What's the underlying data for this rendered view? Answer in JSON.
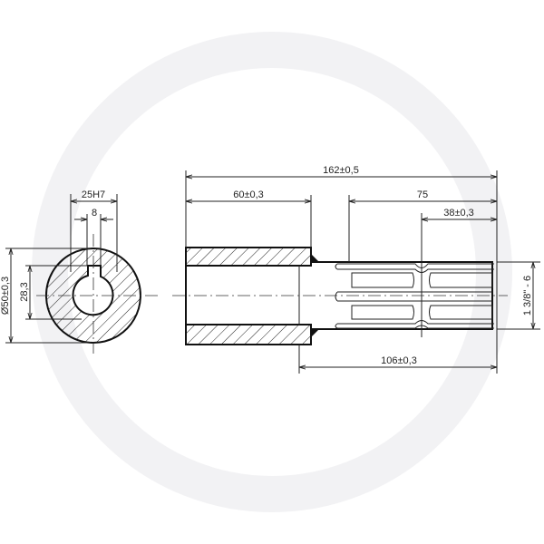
{
  "drawing": {
    "end_view": {
      "keyway_width_outer": "25H7",
      "keyway_width": "8",
      "outer_diameter": "Ø50±0,3",
      "inner_height": "28,3"
    },
    "side_view": {
      "overall_length": "162±0,5",
      "sleeve_length": "60±0,3",
      "spline_length": "75",
      "spline_section": "38±0,3",
      "shaft_length": "106±0,3",
      "spline_spec": "1 3/8\" - 6"
    },
    "colors": {
      "line": "#111111",
      "watermark": "#f2f2f4"
    }
  }
}
